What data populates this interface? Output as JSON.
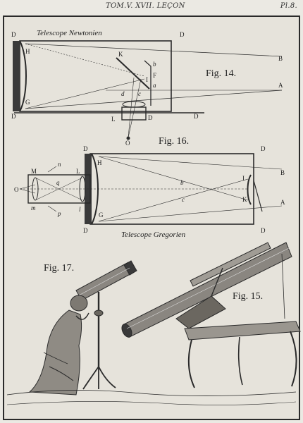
{
  "header": {
    "title": "TOM.V. XVII. LEÇON",
    "plate": "Pl.8."
  },
  "fig14": {
    "title": "Telescope Newtonien",
    "caption": "Fig. 14.",
    "labels": {
      "D": "D",
      "H": "H",
      "G": "G",
      "B": "B",
      "A": "A",
      "K": "K",
      "I": "I",
      "L": "L",
      "O": "O",
      "b": "b",
      "F": "F",
      "a": "a",
      "c": "c",
      "d": "d"
    }
  },
  "fig16": {
    "caption": "Fig. 16.",
    "title": "Telescope Gregorien",
    "labels": {
      "D": "D",
      "H": "H",
      "G": "G",
      "B": "B",
      "A": "A",
      "M": "M",
      "L": "L",
      "O": "O",
      "m": "m",
      "l": "l",
      "n": "n",
      "p": "p",
      "I": "I",
      "K": "K",
      "b": "b",
      "c": "c",
      "q": "q"
    }
  },
  "fig17": {
    "caption": "Fig. 17."
  },
  "fig15": {
    "caption": "Fig. 15."
  }
}
